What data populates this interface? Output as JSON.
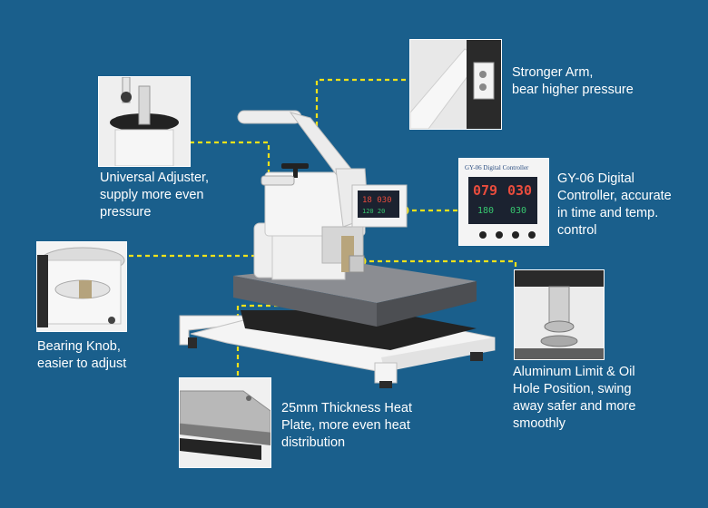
{
  "callouts": {
    "stronger_arm": {
      "lines": [
        "Stronger Arm,",
        "bear higher pressure"
      ]
    },
    "universal_adjuster": {
      "lines": [
        "Universal Adjuster,",
        "supply more even",
        "pressure"
      ]
    },
    "digital_controller": {
      "lines": [
        "GY-06 Digital",
        "Controller, accurate",
        "in time and temp.",
        "control"
      ]
    },
    "bearing_knob": {
      "lines": [
        "Bearing Knob,",
        "easier to adjust"
      ]
    },
    "aluminum_limit": {
      "lines": [
        "Aluminum Limit & Oil",
        "Hole Position, swing",
        "away safer and more",
        "smoothly"
      ]
    },
    "heat_plate": {
      "lines": [
        "25mm Thickness Heat",
        "Plate, more even heat",
        "distribution"
      ]
    }
  },
  "controller_display": {
    "brand": "GY-06 Digital Controller",
    "time_value": "079",
    "temp_value": "030",
    "set_temp": "180",
    "set_time": "030"
  },
  "colors": {
    "background": "#1a5f8c",
    "leader_line": "#f0e11a",
    "machine_body": "#f4f4f4",
    "platen": "#6e7075",
    "display_bg": "#1b2230"
  }
}
